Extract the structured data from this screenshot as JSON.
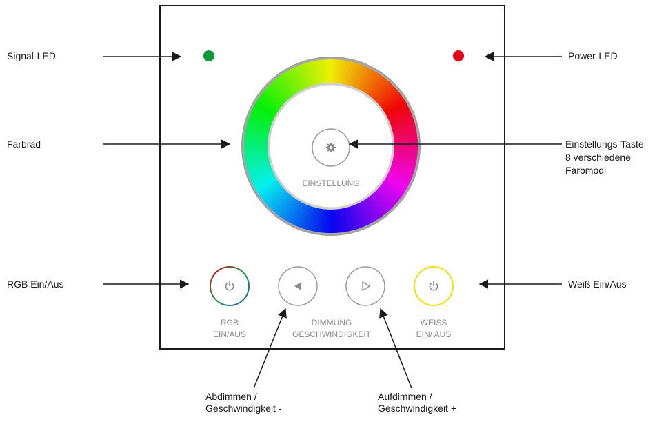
{
  "panel": {
    "settings_label": "EINSTELLUNG",
    "rgb_label_1": "RGB",
    "rgb_label_2": "EIN/AUS",
    "dim_label_1": "DIMMUNG",
    "dim_label_2": "GESCHWINDIGKEIT",
    "white_label_1": "WEISS",
    "white_label_2": "EIN/ AUS"
  },
  "callouts": {
    "signal_led": "Signal-LED",
    "power_led": "Power-LED",
    "color_wheel": "Farbrad",
    "settings_key_1": "Einstellungs-Taste",
    "settings_key_2": "8 verschiedene",
    "settings_key_3": "Farbmodi",
    "rgb_onoff": "RGB Ein/Aus",
    "white_onoff": "Weiß Ein/Aus",
    "dim_down_1": "Abdimmen /",
    "dim_down_2": "Geschwindigkeit -",
    "dim_up_1": "Aufdimmen  /",
    "dim_up_2": "Geschwindigkeit +"
  },
  "colors": {
    "signal_led": "#0a9a3a",
    "power_led": "#e3001b",
    "white_button_ring": "#f2df00",
    "panel_border": "#1a1a1a",
    "panel_text": "#8a8a8a"
  }
}
